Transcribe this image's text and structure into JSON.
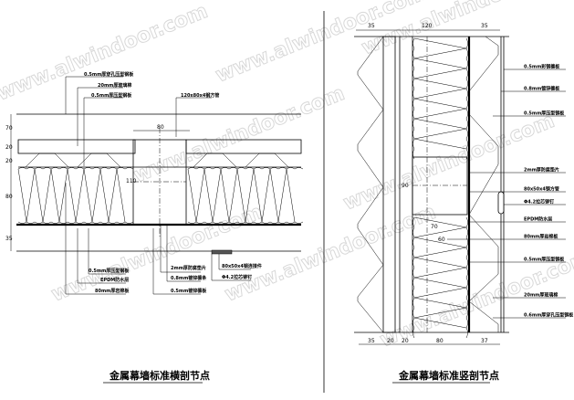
{
  "watermark": "www.alwindoor.com",
  "horizontal_section": {
    "title": "金属幕墙标准横剖节点",
    "labels_top": [
      "0.5mm厚穿孔压型钢板",
      "20mm厚玻璃棉",
      "0.5mm厚压型钢板",
      "120x80x4钢方管"
    ],
    "labels_bottom": [
      "0.5mm厚压型钢板",
      "EPDM防水层",
      "80mm厚岩棉板",
      "2mm厚防腐垫片",
      "0.8mm镀锌檩条",
      "0.5mm镀锌檩板",
      "80x50x4钢连接件",
      "Φ4.2拉芯铆钉"
    ],
    "dims_left": [
      "70",
      "20",
      "20",
      "80",
      "35"
    ],
    "dims_other": [
      "80",
      "110"
    ]
  },
  "vertical_section": {
    "title": "金属幕墙标准竖剖节点",
    "dims_top": [
      "35",
      "120",
      "35"
    ],
    "dims_bottom": [
      "35",
      "20",
      "20",
      "80",
      "37"
    ],
    "dims_other": [
      "90",
      "70",
      "60"
    ],
    "labels": [
      "0.5mm彩钢檩板",
      "0.8mm镀锌檩板",
      "0.5mm厚压型钢板",
      "2mm厚防腐垫片",
      "80x50x4钢方管",
      "Φ4.2拉芯铆钉",
      "EPDM防水层",
      "80mm厚岩棉板",
      "0.5mm厚压型钢板",
      "20mm厚玻璃棉",
      "0.6mm厚穿孔压型钢板"
    ]
  }
}
